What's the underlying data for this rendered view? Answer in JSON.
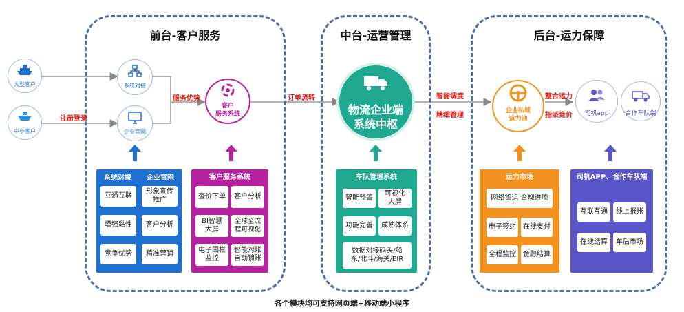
{
  "sections": {
    "front": "前台-客户服务",
    "middle": "中台-运营管理",
    "back": "后台-运力保障"
  },
  "customers": {
    "large": "大型客户",
    "small": "中小客户",
    "register": "注册登录"
  },
  "front_nodes": {
    "system_dock": "系统对接",
    "website": "企业官网",
    "service_line1": "客户",
    "service_line2": "服务系统",
    "advantage": "服务优势",
    "order_flow": "订单流转"
  },
  "hub": {
    "line1": "物流企业端",
    "line2": "系统中枢"
  },
  "middle_labels": {
    "dispatch": "智能调度",
    "manage": "精细管理"
  },
  "back_nodes": {
    "pool_line1": "企业私域",
    "pool_line2": "运力池",
    "integrate": "整合运力",
    "bidding": "指派竞价",
    "driver_app": "司机app",
    "fleet": "合作车队端"
  },
  "panels": {
    "dock": {
      "title": "系统对接",
      "items": [
        "互通互联",
        "增强黏性",
        "竞争优势"
      ]
    },
    "web": {
      "title": "企业官网",
      "items": [
        "形象宣传推广",
        "客户分析",
        "精准营销"
      ]
    },
    "service": {
      "title": "客户服务系统",
      "items": [
        "查价下单",
        "客户分析",
        "BI智慧大屏",
        "全球全流程可视化",
        "电子围栏监控",
        "智能对账自动锁账"
      ]
    },
    "fleet_mgmt": {
      "title": "车队管理系统",
      "items": [
        "智能预警",
        "可视化大屏",
        "功能完善",
        "成熟体系",
        "数据对接码头/船东/北斗/海关/EIR"
      ]
    },
    "market": {
      "title": "运力市场",
      "items": [
        "网络货运 合规进项",
        "电子签约",
        "在线支付",
        "全程监控",
        "金融结算"
      ]
    },
    "driver": {
      "title": "司机APP、合作车队端",
      "items": [
        "互联互通",
        "线上报账",
        "在线结算",
        "车后市场"
      ]
    }
  },
  "footer": "各个模块均可支持网页端+移动端小程序",
  "colors": {
    "section_border": "#4a6ea8",
    "blue": "#1f6fd1",
    "magenta": "#b6239e",
    "teal": "#1ea88f",
    "orange": "#f3921f",
    "purple": "#5a55c8",
    "accent_red": "#e0211b"
  }
}
